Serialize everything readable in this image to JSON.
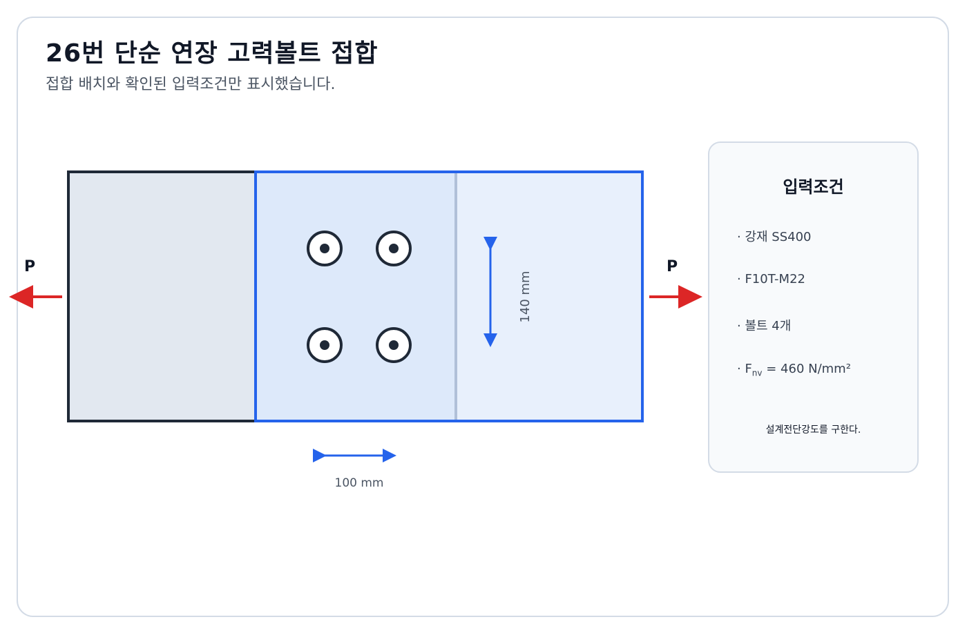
{
  "header": {
    "title": "26번 단순 연장 고력볼트 접합",
    "subtitle": "접합 배치와 확인된 입력조건만 표시했습니다."
  },
  "diagram": {
    "load_label": "P",
    "gauge_label": "140 mm",
    "pitch_label": "100 mm",
    "bolt_count": 4
  },
  "conditions": {
    "title": "입력조건",
    "items": [
      {
        "text": "· 강재 SS400"
      },
      {
        "text": "· F10T-M22"
      },
      {
        "text": "· 볼트 4개"
      }
    ],
    "fnv": {
      "prefix": "· F",
      "sub": "nv",
      "suffix": " = 460 N/mm²"
    },
    "note": "설계전단강도를 구한다."
  },
  "colors": {
    "plate_outline": "#1f2937",
    "splice_outline": "#2563eb",
    "arrow": "#dc2626",
    "dimension": "#2563eb"
  }
}
